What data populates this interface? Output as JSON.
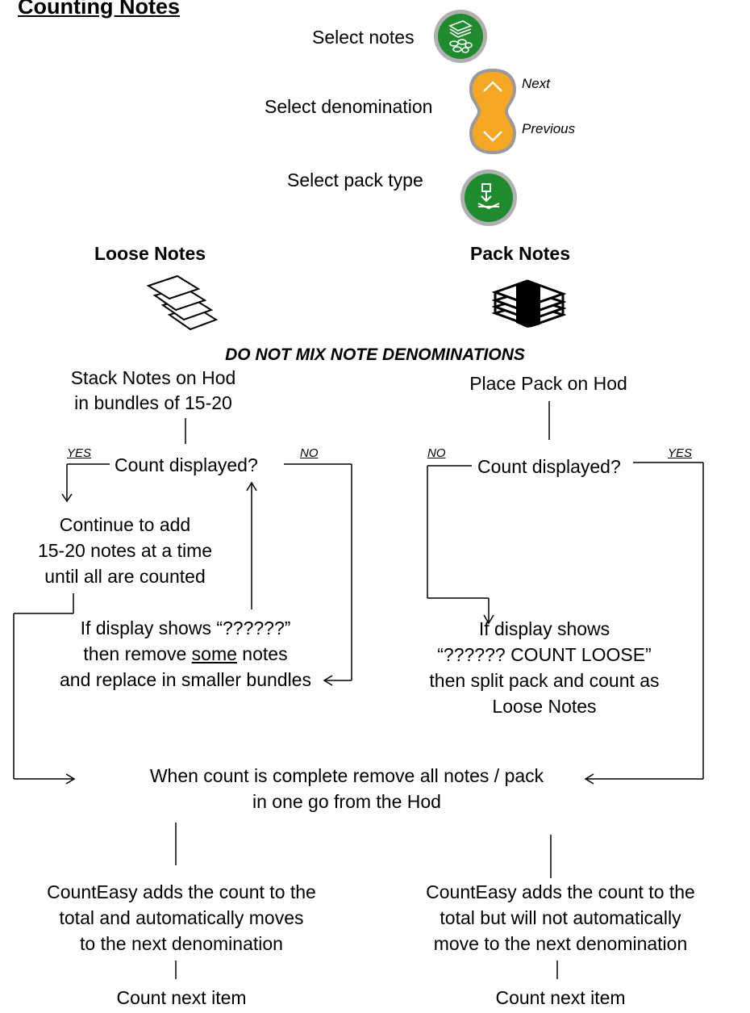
{
  "title": "Counting Notes",
  "steps": {
    "select_notes": "Select notes",
    "select_denomination": "Select denomination",
    "next": "Next",
    "previous": "Previous",
    "select_pack_type": "Select pack type"
  },
  "columns": {
    "loose": "Loose Notes",
    "pack": "Pack Notes"
  },
  "warning": "DO NOT MIX NOTE DENOMINATIONS",
  "left": {
    "stack_line1": "Stack Notes on Hod",
    "stack_line2": "in bundles of 15-20",
    "count_displayed": "Count displayed?",
    "yes": "YES",
    "no": "NO",
    "continue_line1": "Continue to add",
    "continue_line2": "15-20 notes at a time",
    "continue_line3": "until all are counted",
    "if_line1": "If display shows “??????”",
    "if_line2_a": "then remove ",
    "if_line2_b": "some",
    "if_line2_c": " notes",
    "if_line3": "and replace in smaller bundles"
  },
  "right": {
    "place_pack": "Place Pack on Hod",
    "count_displayed": "Count displayed?",
    "no": "NO",
    "yes": "YES",
    "if_line1": "If display shows",
    "if_line2": "“?????? COUNT LOOSE”",
    "if_line3": "then split pack and count as",
    "if_line4": "Loose Notes"
  },
  "complete": {
    "line1": "When count is complete remove all notes / pack",
    "line2": "in one go from the Hod"
  },
  "result_left": {
    "line1": "CountEasy adds the count to the",
    "line2": "total and automatically moves",
    "line3": "to the next denomination",
    "next": "Count next item"
  },
  "result_right": {
    "line1": "CountEasy adds the count to the",
    "line2": "total but will not automatically",
    "line3": "move to the next denomination",
    "next": "Count next item"
  },
  "colors": {
    "green_button": "#1f8a2e",
    "orange_button": "#f5a623",
    "button_ring": "#9a9a9a"
  },
  "icons": [
    "notes-stack-icon",
    "chevron-up-icon",
    "chevron-down-icon",
    "pack-type-icon",
    "loose-notes-icon",
    "pack-notes-icon"
  ]
}
